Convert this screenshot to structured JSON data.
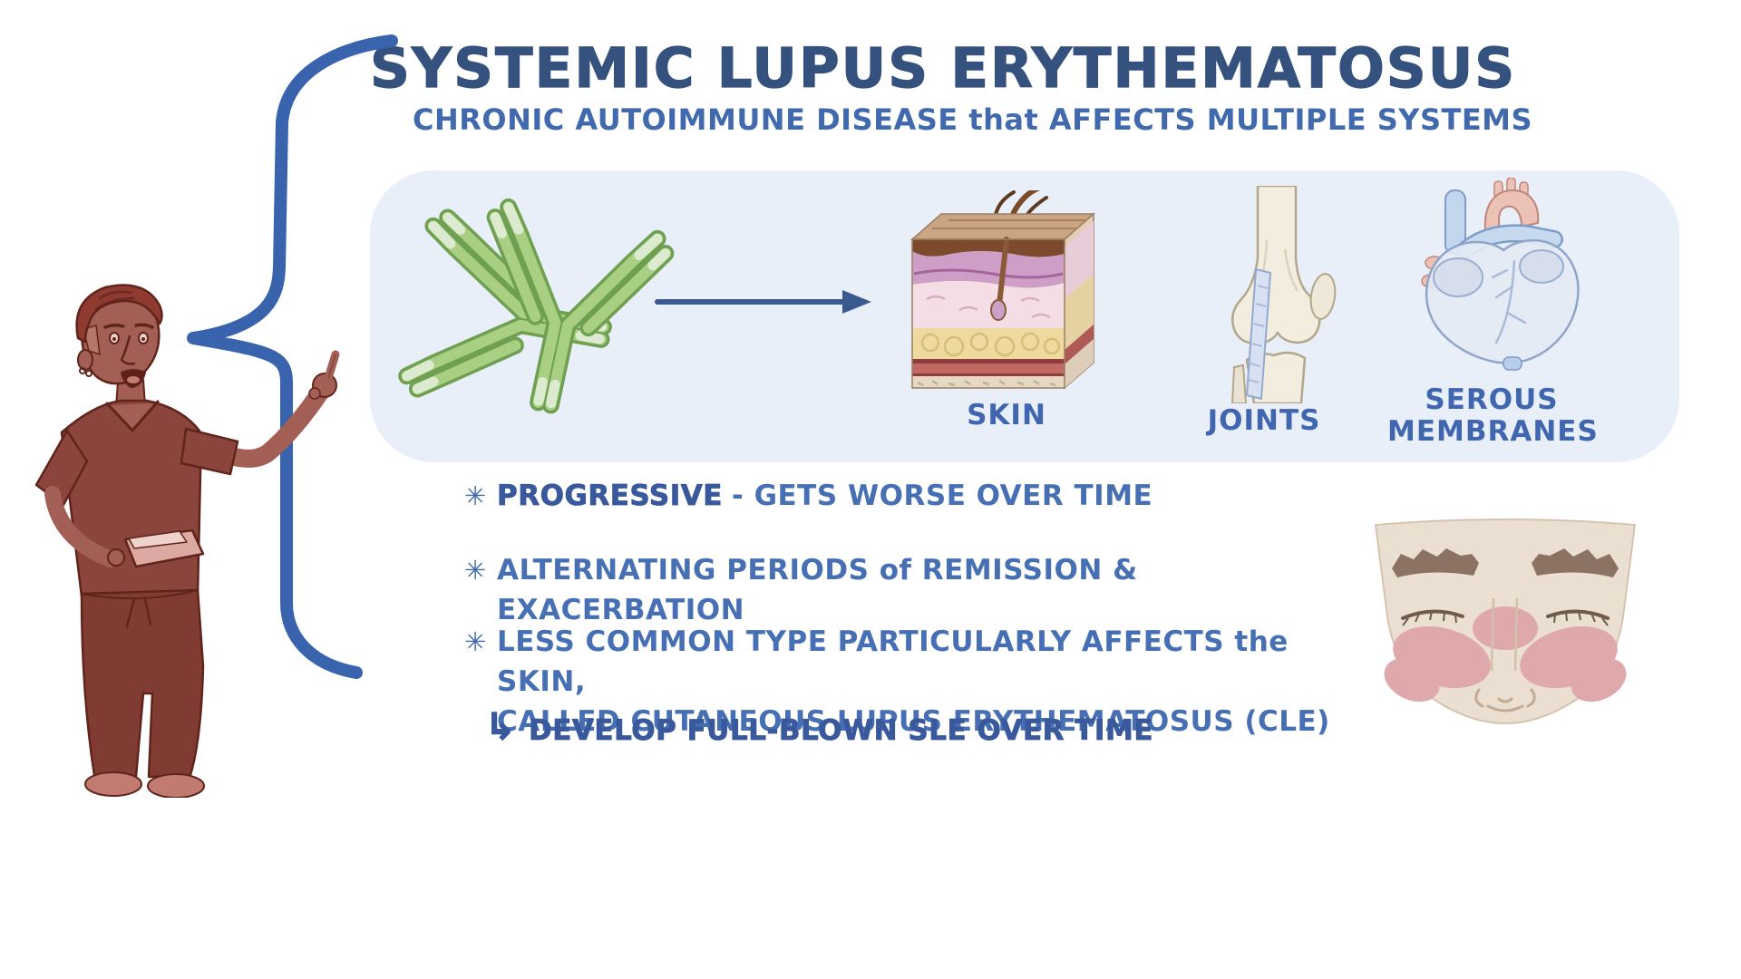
{
  "header": {
    "title": "SYSTEMIC LUPUS ERYTHEMATOSUS",
    "subtitle": "CHRONIC AUTOIMMUNE DISEASE that AFFECTS MULTIPLE SYSTEMS"
  },
  "panel": {
    "targets": [
      {
        "label": "SKIN",
        "icon": "skin-cross-section-icon"
      },
      {
        "label": "JOINTS",
        "icon": "knee-joint-icon"
      },
      {
        "label": "SEROUS MEMBRANES",
        "icon": "heart-pericardium-icon"
      }
    ],
    "antibody_icon": "antibody-icon",
    "arrow_icon": "right-arrow-icon"
  },
  "bullets": {
    "marker": "✳",
    "items": [
      {
        "lead": "PROGRESSIVE",
        "rest": "- GETS WORSE OVER TIME"
      },
      {
        "text": "ALTERNATING PERIODS of REMISSION & EXACERBATION"
      },
      {
        "line1": "LESS COMMON TYPE PARTICULARLY AFFECTS the SKIN,",
        "line2": "CALLED CUTANEOUS LUPUS ERYTHEMATOSUS (CLE)"
      }
    ],
    "sub_item": {
      "marker": "↳",
      "text": "DEVELOP FULL-BLOWN SLE OVER TIME"
    }
  },
  "illustrations": {
    "presenter": "presenter-illustration",
    "speech_brace": "speech-brace-icon",
    "malar_rash_face": "malar-rash-face-icon"
  },
  "colors": {
    "title_blue": "#35517e",
    "body_blue": "#4169ae",
    "bold_blue": "#39599c",
    "panel_bg": "#e9eff8",
    "brace_blue": "#3a63ae",
    "antibody_green": "#a9cf83",
    "rash_pink": "#dfa9ab",
    "face_skin": "#ebdfd2",
    "presenter_maroon": "#8c453c"
  }
}
